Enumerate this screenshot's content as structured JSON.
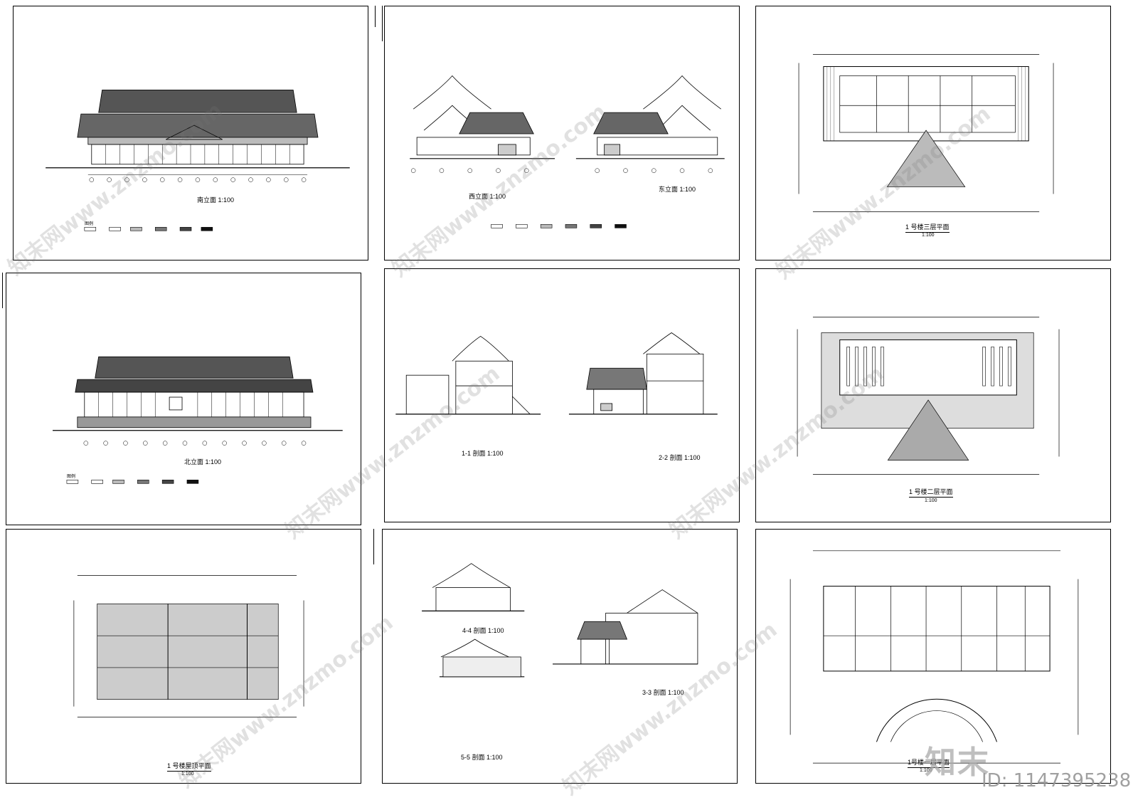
{
  "sheets": {
    "south_elevation": {
      "title": "南立面",
      "scale": "1:100",
      "legend_head": "图例"
    },
    "west_elevation": {
      "title": "西立面",
      "scale": "1:100"
    },
    "east_elevation": {
      "title": "东立面",
      "scale": "1:100"
    },
    "third_floor_plan": {
      "title": "1 号楼三层平面",
      "scale": "1:100"
    },
    "north_elevation": {
      "title": "北立面",
      "scale": "1:100",
      "legend_head": "图例"
    },
    "section_1_1": {
      "title": "1-1 剖面",
      "scale": "1:100"
    },
    "section_2_2": {
      "title": "2-2 剖面",
      "scale": "1:100"
    },
    "second_floor_plan": {
      "title": "1 号楼二层平面",
      "scale": "1:100"
    },
    "roof_plan": {
      "title": "1 号楼屋顶平面",
      "scale": "1:100"
    },
    "section_4_4": {
      "title": "4-4 剖面",
      "scale": "1:100"
    },
    "section_5_5": {
      "title": "5-5 剖面",
      "scale": "1:100"
    },
    "section_3_3": {
      "title": "3-3 剖面",
      "scale": "1:100"
    },
    "first_floor_plan": {
      "title": "1号楼一层平面",
      "scale": "1:100"
    }
  },
  "watermarks": {
    "brand": "知末网www.znzmo.com",
    "logo": "知末",
    "id_label": "ID: 1147395238"
  },
  "colors": {
    "line": "#000000",
    "watermark": "#9a9a9a",
    "paper": "#ffffff"
  }
}
